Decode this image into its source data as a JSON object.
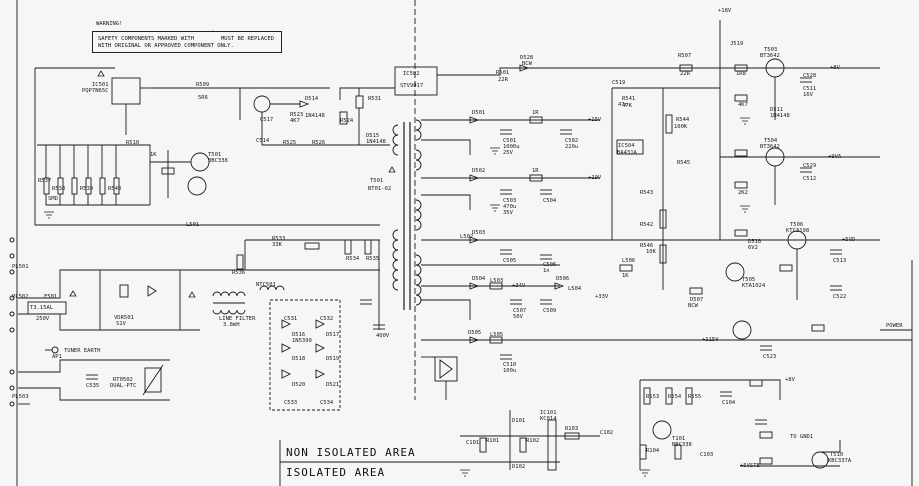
{
  "warning": {
    "heading": "WARNING!",
    "line1": "SAFETY COMPONENTS MARKED WITH",
    "line1b": "MUST BE REPLACED",
    "line2": "WITH ORIGINAL OR APPROVED COMPONENT ONLY."
  },
  "areas": {
    "non_isolated": "NON ISOLATED AREA",
    "isolated": "ISOLATED AREA"
  },
  "labels": {
    "ic501": "IC501",
    "ic501_part": "PQP7N65C",
    "ic502": "IC502",
    "ic502_part": "STV9017",
    "t501": "T501",
    "t501_part": "BT01-02",
    "d528": "D528",
    "d528_part": "BCW",
    "r501": "R501",
    "r501_val": "22R",
    "r507": "R507",
    "r507_val": "22R",
    "j519": "J519",
    "j519_val": "1R8",
    "t503": "T503",
    "t503_part": "BT3642",
    "t504": "T504",
    "t504_part": "BT3642",
    "t505": "T505",
    "t505_part": "KTA1024",
    "t506": "T506",
    "t506_part": "KTC3198",
    "t510": "T510",
    "t510_part": "KBC337A",
    "t501b": "T501",
    "t501b_part": "BBC338",
    "v18": "+18V",
    "v5vd": "+5VD",
    "v8v": "+8V",
    "v9va": "+9VA",
    "v15v": "+15V",
    "v19v": "+19V",
    "v34v": "+34V",
    "v33v": "+33V",
    "v115v": "+115V",
    "v5vstb": "+5VSTB",
    "v8vb": "+8V",
    "power": "POWER",
    "to_gnd": "TO GND1",
    "r509": "R509",
    "r509_val": "5R6",
    "r510": "R510",
    "r510_val": "1K",
    "r523": "R523",
    "r523_val": "4K7",
    "r525": "R525",
    "r526": "R526",
    "r524": "R524",
    "d514": "D514",
    "d514_part": "1N4148",
    "d515": "D515",
    "d515_part": "1N4148",
    "c514": "C514",
    "c517": "C517",
    "c519": "C519",
    "r531": "R531",
    "r541": "R541",
    "r542": "R542",
    "r543": "R543",
    "r544": "R544",
    "r545": "R545",
    "r546": "R546",
    "ic504": "IC504",
    "ic504_part": "BA431A",
    "d501": "D501",
    "d502": "D502",
    "d503": "D503",
    "d504": "D504",
    "d505": "D505",
    "d506": "D506",
    "d507": "D507",
    "d510": "D510",
    "d511": "D511",
    "c501": "C501",
    "c502": "C502",
    "c503": "C503",
    "c504": "C504",
    "c505": "C505",
    "c506": "C506",
    "c507": "C507",
    "c509": "C509",
    "c510": "C510",
    "c511": "C511",
    "c512": "C512",
    "c513": "C513",
    "c522": "C522",
    "c523": "C523",
    "c528": "C528",
    "c529": "C529",
    "l501": "L501",
    "l502": "L502",
    "l503": "L503",
    "l504": "L504",
    "l505": "L505",
    "l506": "L506",
    "f501": "F501",
    "f501_val": "T3.15AL",
    "f501_v": "250V",
    "r533": "R533",
    "r534": "R534",
    "r535": "R535",
    "r536": "R536",
    "r537": "R537",
    "r538": "R538",
    "r539": "R539",
    "r540": "R540",
    "c531": "C531",
    "c532": "C532",
    "c533": "C533",
    "c534": "C534",
    "c535": "C535",
    "d516": "D516",
    "d517": "D517",
    "d518": "D518",
    "d519": "D519",
    "d520": "D520",
    "d521": "D521",
    "ntc501": "NTC501",
    "line_filter": "LINE FILTER",
    "line_filter_val": "3.8mH",
    "ptc": "RT0502",
    "ptc_val": "DUAL-PTC",
    "vdr": "VDR501",
    "vdr_val": "S1V",
    "tuner_earth": "TUNER EARTH",
    "ap1": "AP1",
    "conn_pl501": "PL501",
    "conn_pl502": "PL502",
    "conn_pl503": "PL503",
    "val_r": "1R",
    "val_1k": "1K",
    "val_10k": "10K",
    "val_100k": "100K",
    "val_47k": "47K",
    "val_4k7": "4K7",
    "val_2k2": "2K2",
    "val_100u": "100u",
    "val_220u": "220u",
    "val_1000u": "1000u",
    "val_470u": "470u",
    "val_47n": "47n",
    "val_1n": "1n",
    "val_25v": "25V",
    "val_16v": "16V",
    "val_35v": "35V",
    "val_50v": "50V",
    "val_400v": "400V",
    "val_1n4148": "1N4148",
    "val_1n5399": "1N5399",
    "val_bcw": "BCW",
    "val_33k": "33K",
    "val_6v2": "6V2",
    "val_smd": "SMD",
    "r101": "R101",
    "r102": "R102",
    "r103": "R103",
    "r104": "R104",
    "c101": "C101",
    "c102": "C102",
    "c103": "C103",
    "c104": "C104",
    "d101": "D101",
    "d102": "D102",
    "t101": "T101",
    "t101_part": "BBC338",
    "ic101": "IC101",
    "ic101_part": "KC814",
    "r553": "R553",
    "r554": "R554",
    "r555": "R555"
  }
}
